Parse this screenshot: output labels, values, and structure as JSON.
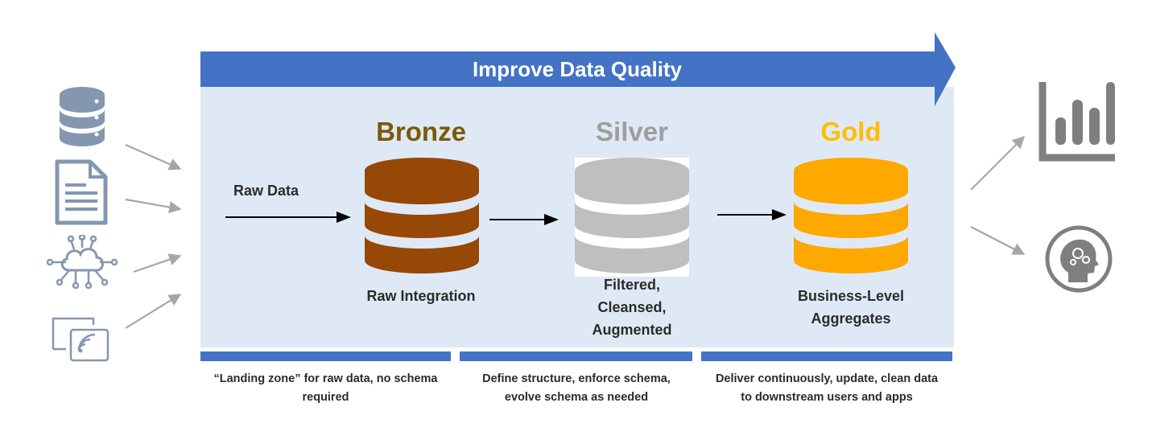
{
  "banner": {
    "label": "Improve Data Quality"
  },
  "stages": [
    {
      "title": "Bronze",
      "description": "Raw Integration"
    },
    {
      "title": "Silver",
      "description": "Filtered, Cleansed, Augmented"
    },
    {
      "title": "Gold",
      "description": "Business-Level Aggregates"
    }
  ],
  "flow": {
    "input_label": "Raw Data"
  },
  "footnotes": [
    {
      "line1": "“Landing zone” for raw data, no schema",
      "line2": "required"
    },
    {
      "line1": "Define structure, enforce schema,",
      "line2": "evolve schema as needed"
    },
    {
      "line1": "Deliver continuously, update, clean data",
      "line2": "to downstream users and apps"
    }
  ],
  "sources": {
    "icons": [
      "database-icon",
      "document-icon",
      "cloud-network-icon",
      "wireless-device-icon"
    ]
  },
  "outputs": {
    "icons": [
      "bar-chart-icon",
      "ai-head-icon"
    ]
  },
  "colors": {
    "banner": "#4472c4",
    "panel": "#dfe9f5",
    "bronze": "#974806",
    "bronze_title": "#7a5a05",
    "silver": "#bfbfbf",
    "silver_title": "#9e9e9e",
    "gold": "#ffa800",
    "gold_title": "#ffbe00",
    "source_icons": "#8497b0",
    "output_icons": "#7f7f7f"
  }
}
